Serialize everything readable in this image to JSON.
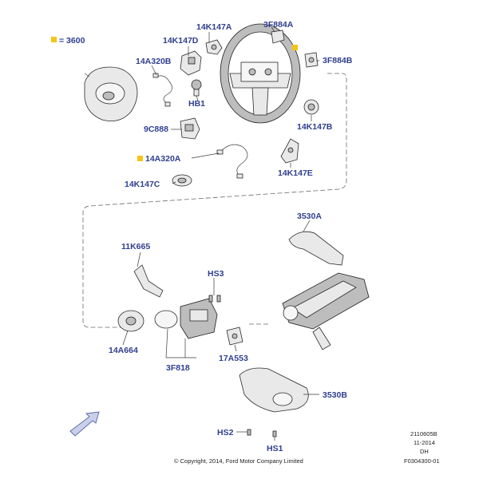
{
  "legend": {
    "text": "= 3600",
    "marker_color": "#f5c518"
  },
  "callouts": {
    "c14k147a": "14K147A",
    "c3f884a": "3F884A",
    "c14k147d": "14K147D",
    "c14a320b": "14A320B",
    "c3f884b": "3F884B",
    "chb1": "HB1",
    "c9c888": "9C888",
    "c14k147b": "14K147B",
    "c14a320a": "14A320A",
    "c14k147e": "14K147E",
    "c14k147c": "14K147C",
    "c3530a": "3530A",
    "c11k665": "11K665",
    "chs3": "HS3",
    "c14a664": "14A664",
    "c17a553": "17A553",
    "c3f818": "3F818",
    "c3530b": "3530B",
    "chs2": "HS2",
    "chs1": "HS1"
  },
  "colors": {
    "callout": "#2f3f8f",
    "marker": "#f5c518"
  },
  "footer": {
    "copyright": "© Copyright, 2014, Ford Motor Company Limited",
    "code": "2110605B",
    "date": "11-2014",
    "initials": "DH",
    "figure_id": "F0304300-01"
  },
  "icons": {
    "direction": "front-direction-arrow-icon"
  }
}
